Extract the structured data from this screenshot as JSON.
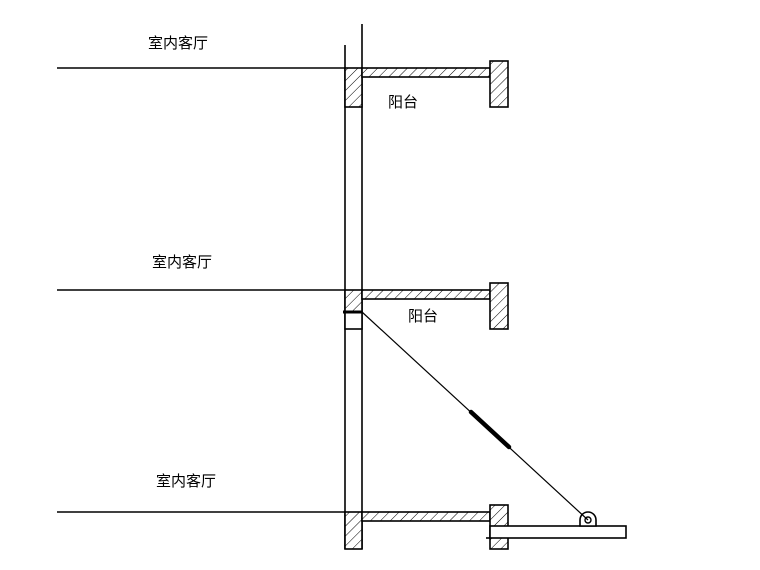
{
  "labels": {
    "room_top": "室内客厅",
    "room_middle": "室内客厅",
    "room_bottom": "室内客厅",
    "balcony_top": "阳台",
    "balcony_middle": "阳台"
  }
}
